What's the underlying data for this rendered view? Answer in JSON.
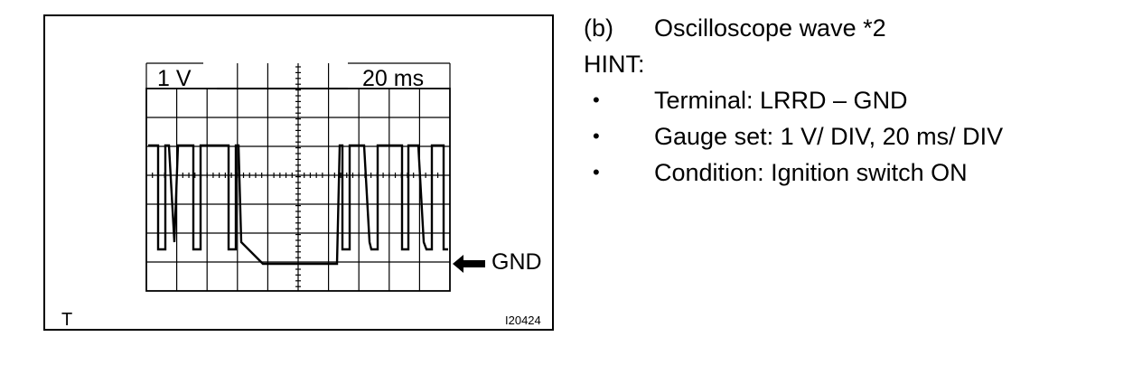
{
  "figure": {
    "volt_label": "1 V",
    "time_label": "20 ms",
    "gnd_label": "GND",
    "corner_left": "T",
    "figure_id": "I20424",
    "gnd_arrow_icon": "left-arrow-icon"
  },
  "hint": {
    "heading_prefix": "(b)",
    "heading_text": "Oscilloscope wave *2",
    "hint_label": "HINT:",
    "bullet_glyph": "•",
    "items": [
      "Terminal: LRRD – GND",
      "Gauge set: 1 V/ DIV, 20 ms/ DIV",
      "Condition: Ignition switch ON"
    ]
  },
  "colors": {
    "ink": "#000000",
    "background": "#ffffff"
  }
}
